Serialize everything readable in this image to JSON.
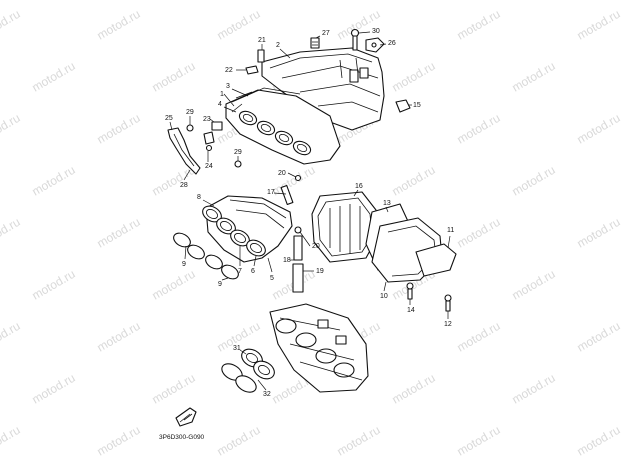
{
  "watermark": {
    "text": "motod.ru"
  },
  "diagram_code": "3P6D300-G090",
  "callouts": [
    {
      "id": "c1",
      "label": "1"
    },
    {
      "id": "c2",
      "label": "2"
    },
    {
      "id": "c3",
      "label": "3"
    },
    {
      "id": "c4",
      "label": "4"
    },
    {
      "id": "c5",
      "label": "5"
    },
    {
      "id": "c6",
      "label": "6"
    },
    {
      "id": "c7",
      "label": "7"
    },
    {
      "id": "c8",
      "label": "8"
    },
    {
      "id": "c9a",
      "label": "9"
    },
    {
      "id": "c9b",
      "label": "9"
    },
    {
      "id": "c10",
      "label": "10"
    },
    {
      "id": "c11",
      "label": "11"
    },
    {
      "id": "c12",
      "label": "12"
    },
    {
      "id": "c13",
      "label": "13"
    },
    {
      "id": "c14",
      "label": "14"
    },
    {
      "id": "c15",
      "label": "15"
    },
    {
      "id": "c16",
      "label": "16"
    },
    {
      "id": "c17",
      "label": "17"
    },
    {
      "id": "c18",
      "label": "18"
    },
    {
      "id": "c19",
      "label": "19"
    },
    {
      "id": "c20a",
      "label": "20"
    },
    {
      "id": "c20b",
      "label": "20"
    },
    {
      "id": "c21",
      "label": "21"
    },
    {
      "id": "c22",
      "label": "22"
    },
    {
      "id": "c23",
      "label": "23"
    },
    {
      "id": "c24",
      "label": "24"
    },
    {
      "id": "c25",
      "label": "25"
    },
    {
      "id": "c26",
      "label": "26"
    },
    {
      "id": "c27",
      "label": "27"
    },
    {
      "id": "c28",
      "label": "28"
    },
    {
      "id": "c29a",
      "label": "29"
    },
    {
      "id": "c29b",
      "label": "29"
    },
    {
      "id": "c30",
      "label": "30"
    },
    {
      "id": "c31",
      "label": "31"
    },
    {
      "id": "c32",
      "label": "32"
    }
  ]
}
